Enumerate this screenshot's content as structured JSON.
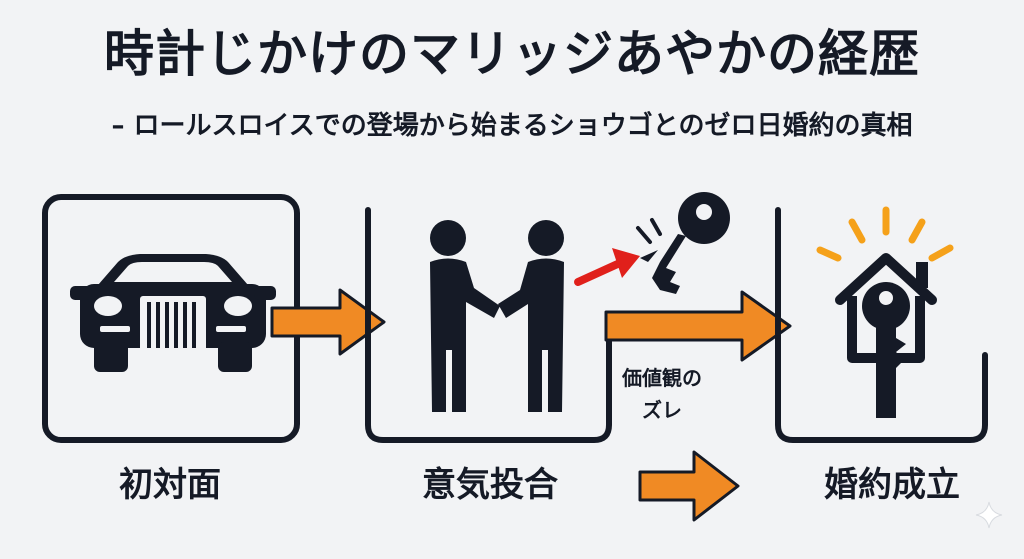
{
  "header": {
    "title": "時計じかけのマリッジあやかの経歴",
    "subtitle": "– ロールスロイスでの登場から始まるショウゴとのゼロ日婚約の真相"
  },
  "stages": [
    {
      "label": "初対面",
      "icon": "rolls-royce-car-icon"
    },
    {
      "label": "意気投合",
      "icon": "handshake-icon"
    },
    {
      "label": "婚約成立",
      "icon": "house-key-icon"
    }
  ],
  "annotations": {
    "value_gap_line1": "価値観の",
    "value_gap_line2": "ズレ"
  },
  "icons": [
    "broken-key-icon",
    "flow-arrow-icon",
    "sparkle-icon"
  ],
  "colors": {
    "dark": "#151a26",
    "arrow_orange": "#f08a24",
    "arrow_red": "#e0201b",
    "ray_orange": "#f5a11a",
    "background": "#f2f3f5"
  }
}
